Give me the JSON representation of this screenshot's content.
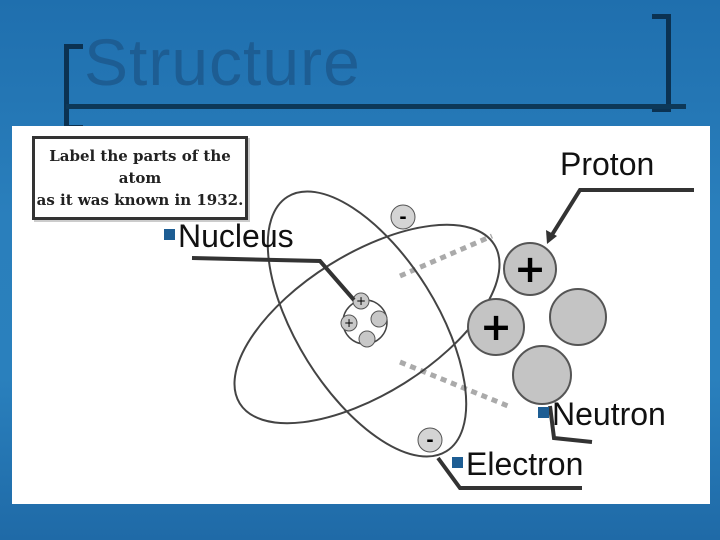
{
  "slide": {
    "title": "Structure"
  },
  "instruction": {
    "line1": "Label the parts of the atom",
    "line2": "as it was known in 1932."
  },
  "labels": {
    "proton": "Proton",
    "nucleus": "Nucleus",
    "neutron": "Neutron",
    "electron": "Electron"
  },
  "symbols": {
    "plus": "+",
    "minus": "-"
  },
  "colors": {
    "background": "#2a7fbc",
    "title": "#1d5d93",
    "bullet": "#1d5d93",
    "particle": "#c8c8c8"
  }
}
